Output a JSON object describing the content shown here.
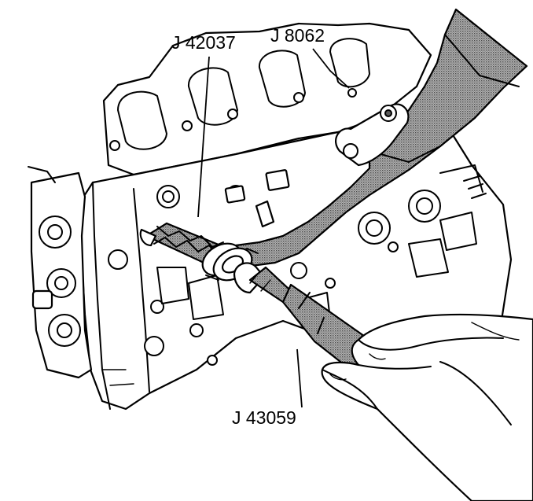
{
  "callouts": {
    "j42037": "J 42037",
    "j8062": "J 8062",
    "j43059": "J 43059"
  },
  "colors": {
    "line": "#000000",
    "background": "#ffffff",
    "tool_fill": "#6b6b6b"
  }
}
